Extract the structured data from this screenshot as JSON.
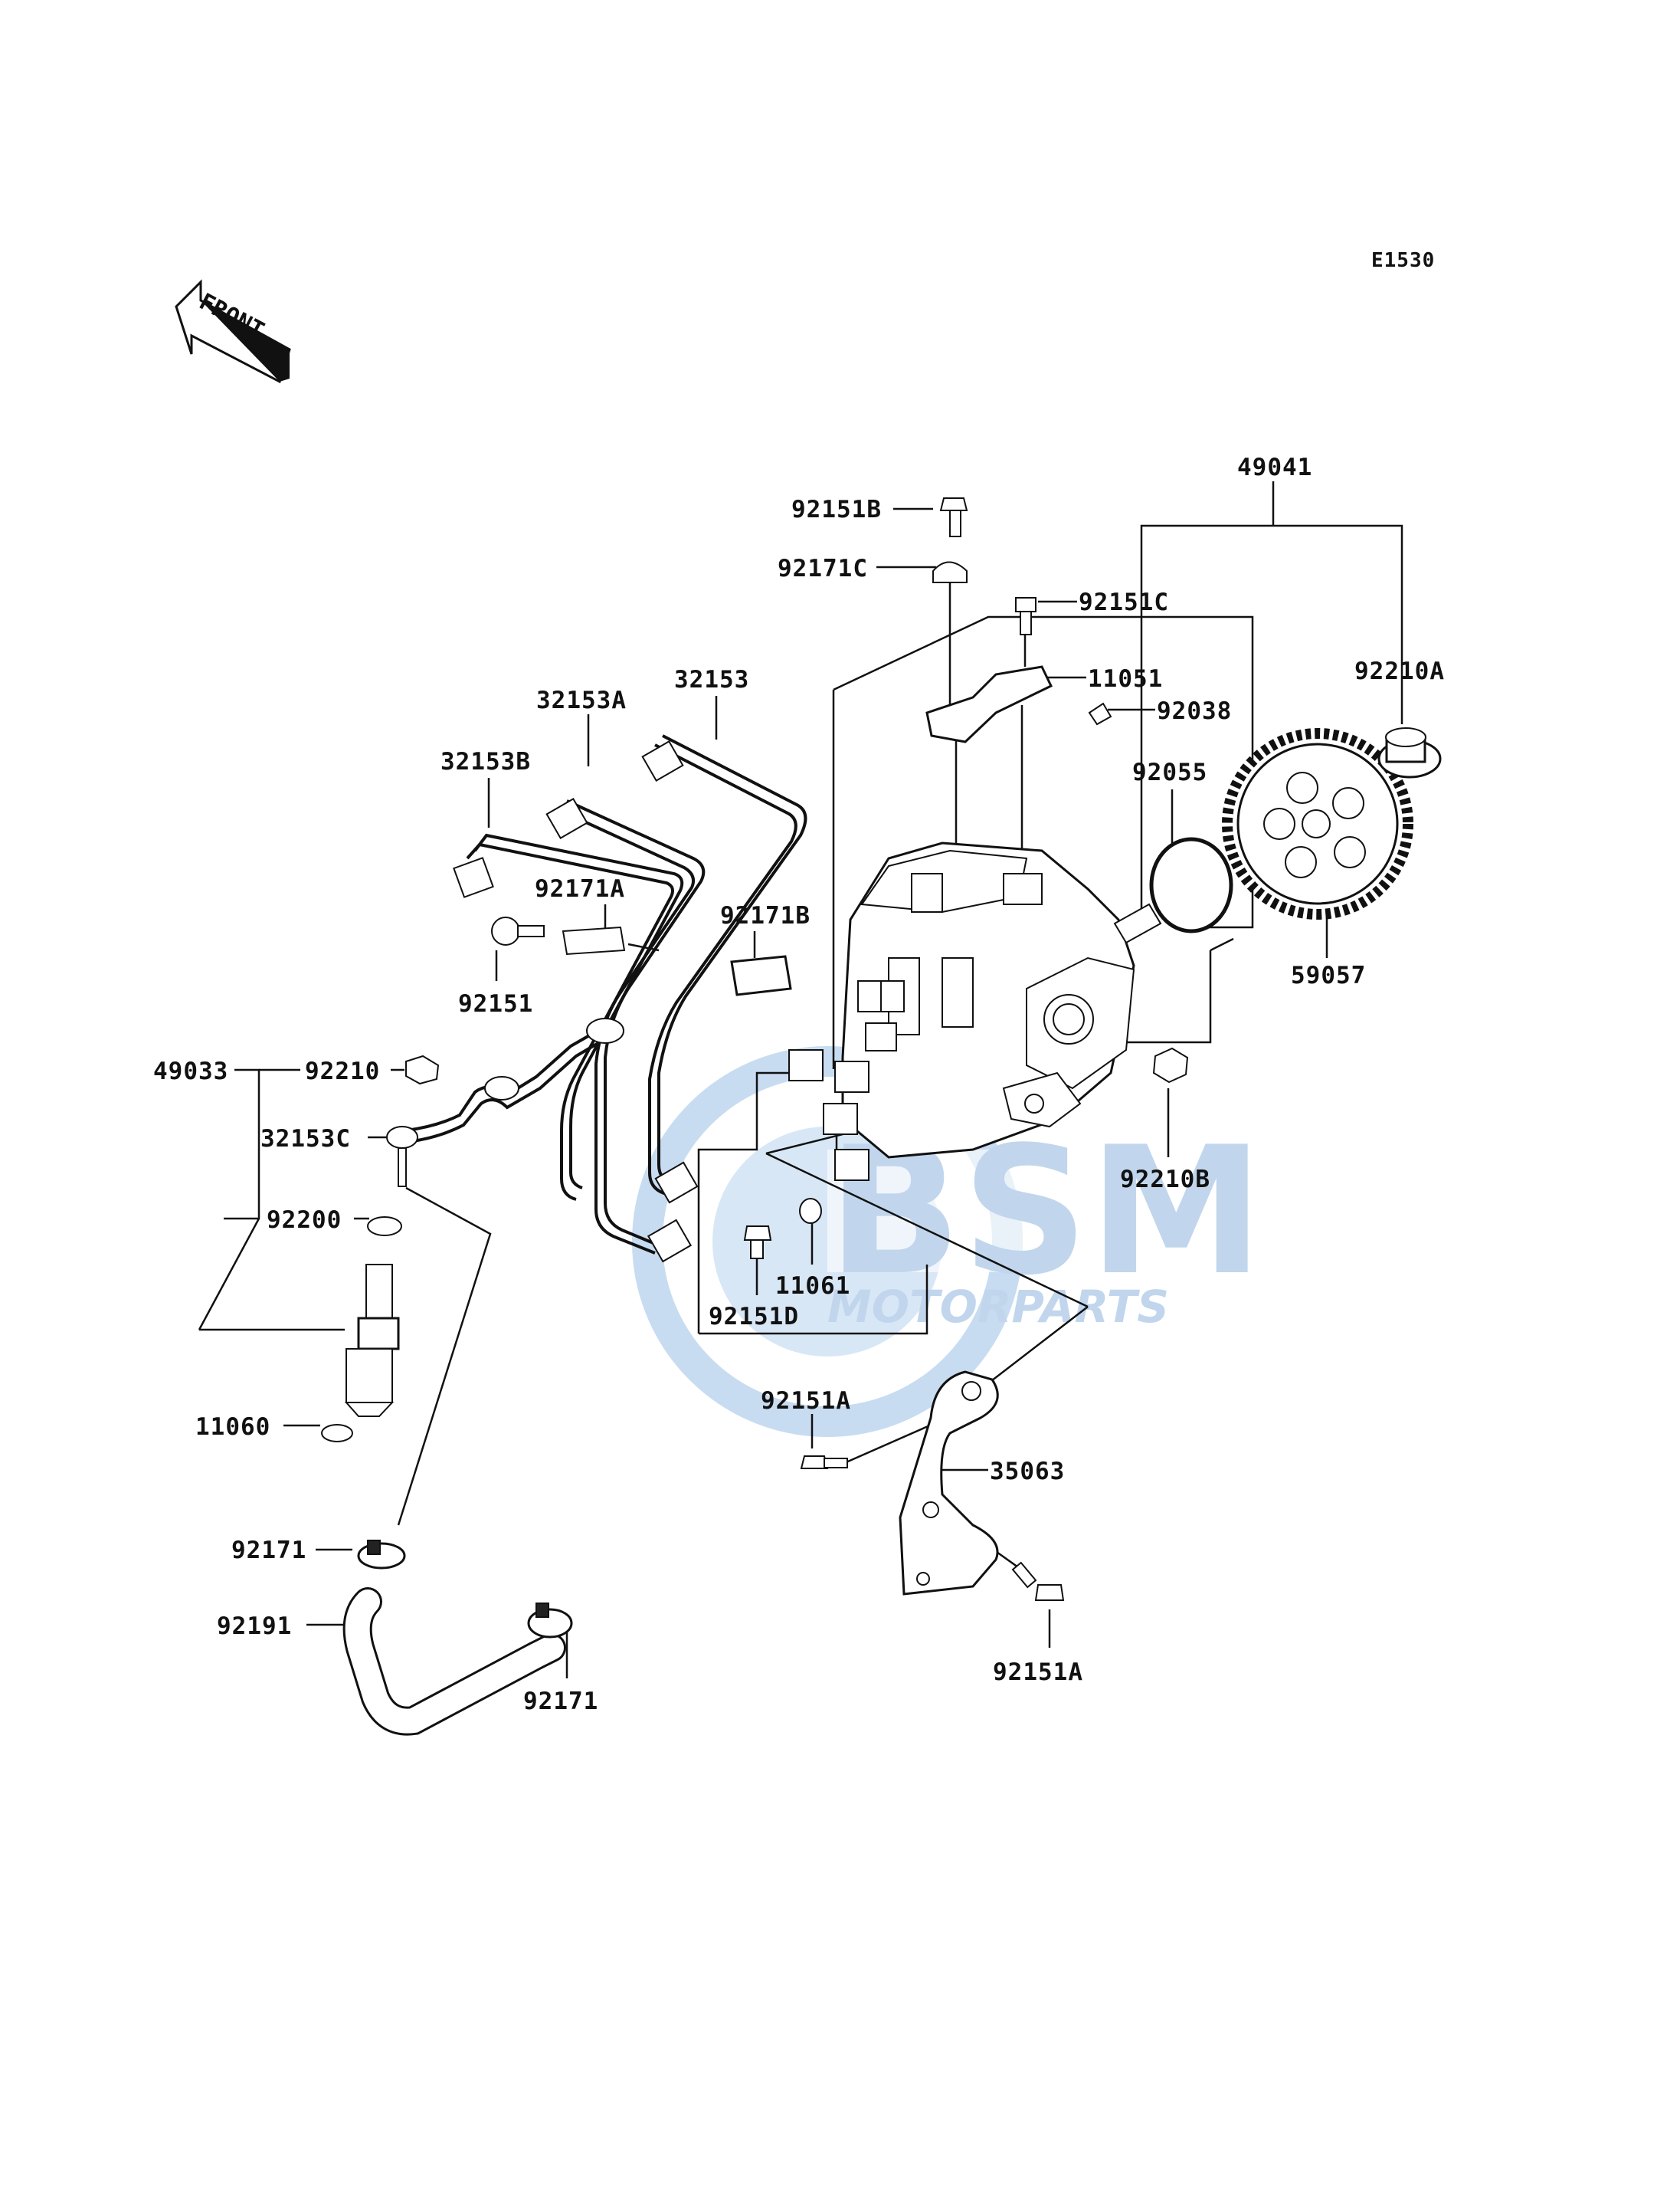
{
  "diagram_code": "E1530",
  "front_indicator": "FRONT",
  "watermark": {
    "brand": "BSM",
    "subtitle": "MOTORPARTS",
    "color": "#7aa7d8"
  },
  "parts": {
    "p49041": "49041",
    "p92151B": "92151B",
    "p92171C": "92171C",
    "p92151C": "92151C",
    "p11051": "11051",
    "p92038": "92038",
    "p92210A": "92210A",
    "p92055": "92055",
    "p59057": "59057",
    "p32153": "32153",
    "p32153A": "32153A",
    "p32153B": "32153B",
    "p92171A": "92171A",
    "p92171B": "92171B",
    "p92151": "92151",
    "p49033": "49033",
    "p92210": "92210",
    "p32153C": "32153C",
    "p92200": "92200",
    "p11060": "11060",
    "p92210B": "92210B",
    "p11061": "11061",
    "p92151D": "92151D",
    "p92151A_1": "92151A",
    "p35063": "35063",
    "p92151A_2": "92151A",
    "p92171_1": "92171",
    "p92191": "92191",
    "p92171_2": "92171"
  }
}
